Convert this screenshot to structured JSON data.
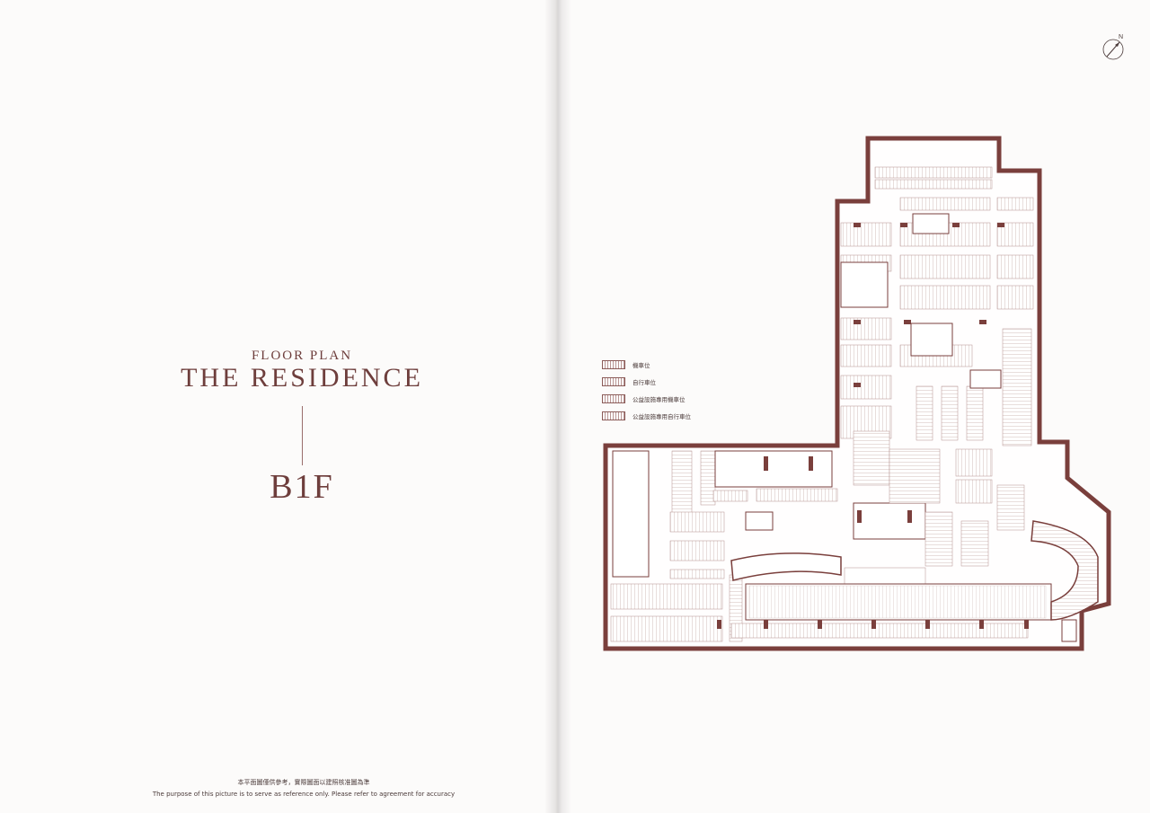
{
  "left_page": {
    "kicker": "FLOOR PLAN",
    "title": "THE RESIDENCE",
    "floor": "B1F",
    "disclaimer_zh": "本平面圖僅供參考，實際圖面以建照核准圖為準",
    "disclaimer_en": "The purpose of this picture is to serve as reference only. Please refer to agreement for accuracy"
  },
  "right_page": {
    "compass_label": "N",
    "legend": [
      {
        "label": "機車位"
      },
      {
        "label": "自行車位"
      },
      {
        "label": "公益設施專用機車位"
      },
      {
        "label": "公益設施專用自行車位"
      }
    ]
  },
  "colors": {
    "accent": "#6e3e3c",
    "wall": "#7a3f3c",
    "line": "#b38f8c"
  }
}
